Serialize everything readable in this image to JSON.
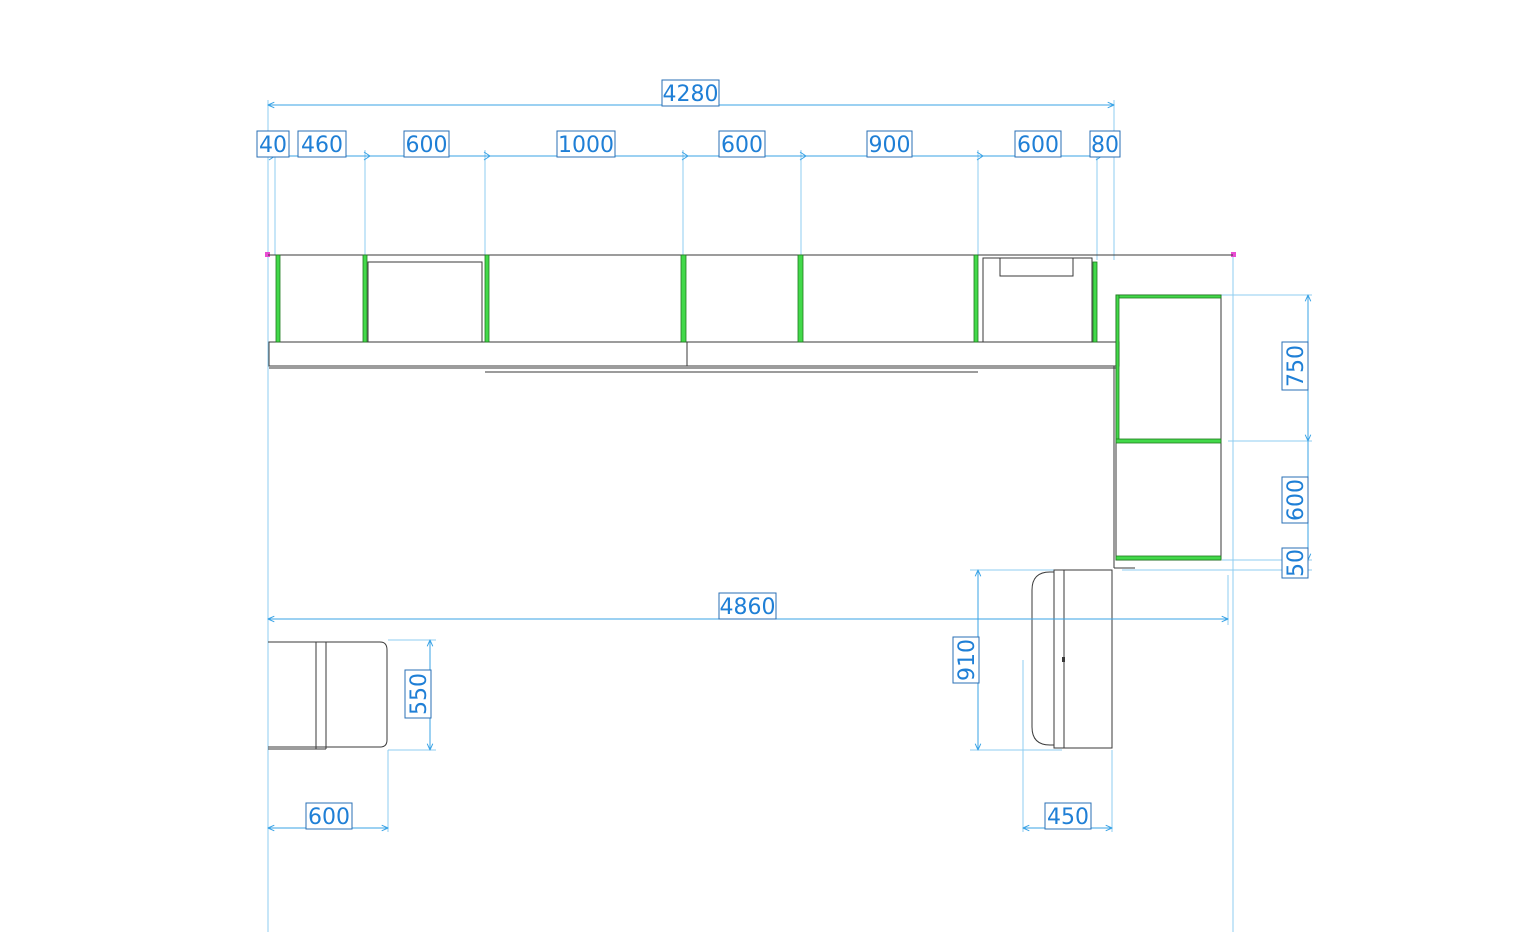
{
  "dimensions": {
    "overall_top": "4280",
    "segments_top": [
      "40",
      "460",
      "600",
      "1000",
      "600",
      "900",
      "600",
      "80"
    ],
    "right_side": [
      "750",
      "600",
      "50"
    ],
    "overall_bottom": "4860",
    "left_unit_depth": "550",
    "left_unit_width": "600",
    "right_unit_depth": "910",
    "right_unit_width": "450"
  },
  "colors": {
    "dimension": "#39a3e6",
    "panel": "#42d94a",
    "outline": "#3a3a3a",
    "marker": "#e94cd3"
  }
}
